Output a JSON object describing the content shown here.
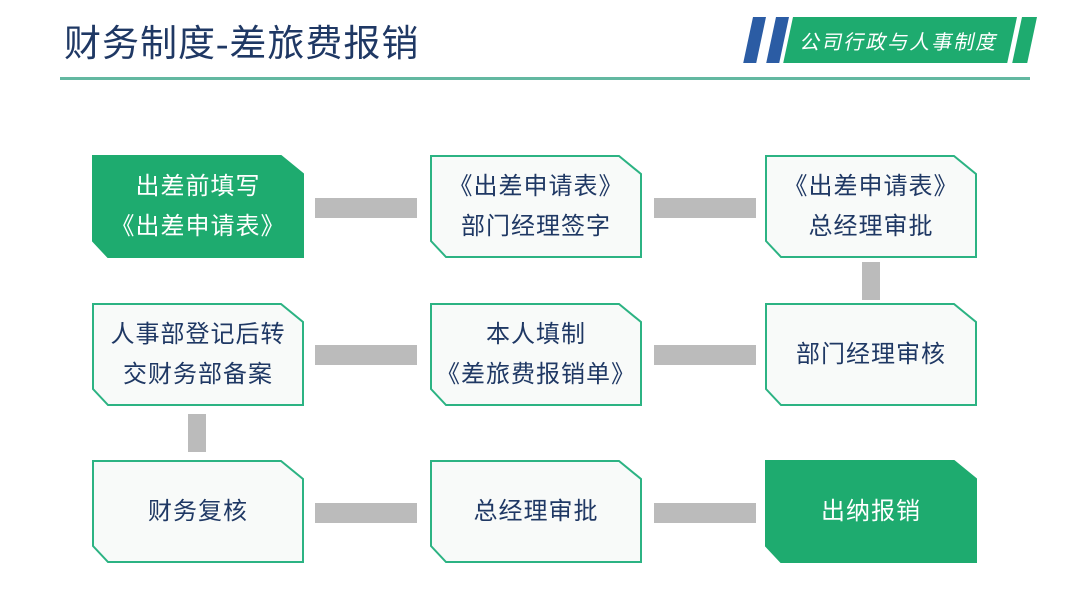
{
  "header": {
    "title": "财务制度-差旅费报销",
    "badge_label": "公司行政与人事制度"
  },
  "flow": {
    "nodes": [
      {
        "id": 1,
        "variant": "green",
        "line1": "出差前填写",
        "line2": "《出差申请表》"
      },
      {
        "id": 2,
        "variant": "outline",
        "line1": "《出差申请表》",
        "line2": "部门经理签字"
      },
      {
        "id": 3,
        "variant": "outline",
        "line1": "《出差申请表》",
        "line2": "总经理审批"
      },
      {
        "id": 4,
        "variant": "outline",
        "line1": "人事部登记后转",
        "line2": "交财务部备案"
      },
      {
        "id": 5,
        "variant": "outline",
        "line1": "本人填制",
        "line2": "《差旅费报销单》"
      },
      {
        "id": 6,
        "variant": "outline",
        "line1": "部门经理审核"
      },
      {
        "id": 7,
        "variant": "outline",
        "line1": "财务复核"
      },
      {
        "id": 8,
        "variant": "outline",
        "line1": "总经理审批"
      },
      {
        "id": 9,
        "variant": "green",
        "line1": "出纳报销"
      }
    ],
    "edges": [
      {
        "from": 1,
        "to": 2,
        "dir": "horizontal"
      },
      {
        "from": 2,
        "to": 3,
        "dir": "horizontal"
      },
      {
        "from": 3,
        "to": 6,
        "dir": "vertical"
      },
      {
        "from": 4,
        "to": 5,
        "dir": "horizontal"
      },
      {
        "from": 5,
        "to": 6,
        "dir": "horizontal"
      },
      {
        "from": 4,
        "to": 7,
        "dir": "vertical"
      },
      {
        "from": 7,
        "to": 8,
        "dir": "horizontal"
      },
      {
        "from": 8,
        "to": 9,
        "dir": "horizontal"
      }
    ]
  },
  "colors": {
    "accent_green": "#1EAB6F",
    "node_border_green": "#2CB383",
    "node_fill": "#F8FAF9",
    "text_navy": "#1F3864",
    "slash_blue": "#2B5CA4",
    "connector_gray": "#BBBBBB",
    "divider_teal": "#63B8A1"
  }
}
